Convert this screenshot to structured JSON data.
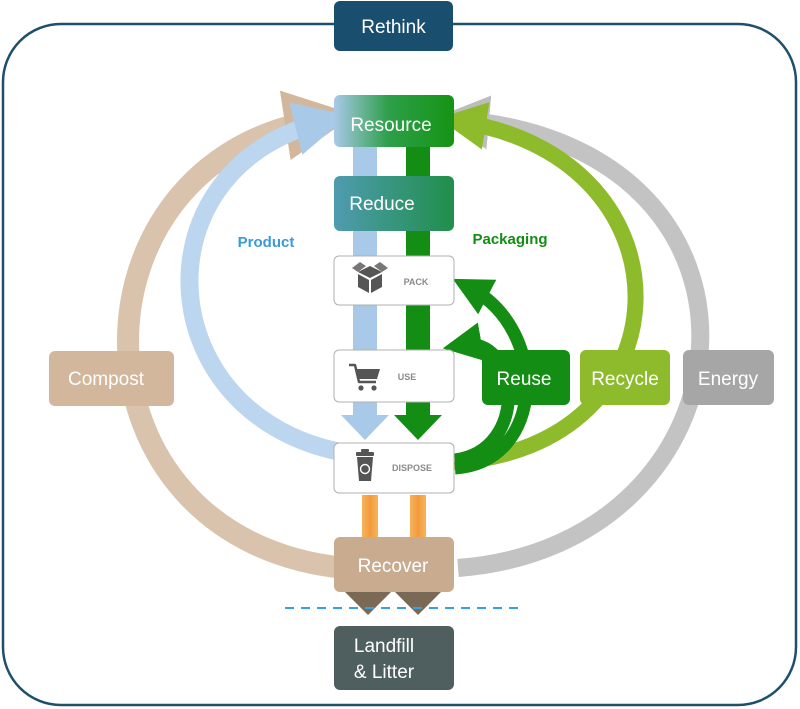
{
  "frame": {
    "title": "Rethink"
  },
  "flows": {
    "product": "Product",
    "packaging": "Packaging"
  },
  "nodes": {
    "resource": "Resource",
    "reduce": "Reduce",
    "compost": "Compost",
    "reuse": "Reuse",
    "recycle": "Recycle",
    "energy": "Energy",
    "recover": "Recover",
    "landfill_line1": "Landfill",
    "landfill_line2": "& Litter"
  },
  "steps": {
    "pack": "PACK",
    "use": "USE",
    "dispose": "DISPOSE"
  },
  "icons": {
    "pack": "box-icon",
    "use": "cart-icon",
    "dispose": "recycle-bin-icon"
  },
  "colors": {
    "frame_border": "#1f4f6b",
    "rethink_fill": "#1a4e6e",
    "resource_green": "#149414",
    "reduce_teal": "#2e8b8c",
    "product_blue": "#a9c9e8",
    "product_label": "#3a9ad9",
    "packaging_green": "#138d13",
    "compost_tan": "#d2b79c",
    "recycle_lime": "#8dbb2b",
    "energy_gray": "#a6a6a6",
    "recover_tan": "#c9ab90",
    "orange": "#f39a3d",
    "landfill_gray": "#4f5f5f",
    "dashed_blue": "#3aa0e0"
  }
}
